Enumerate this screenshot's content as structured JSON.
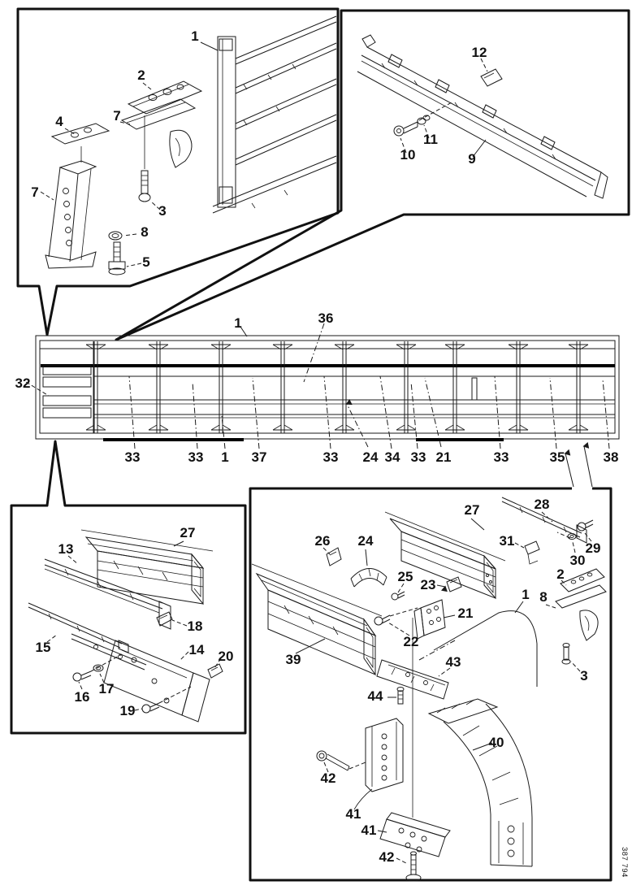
{
  "figure": {
    "type": "exploded-parts-diagram",
    "drawing_number": "387 794"
  },
  "callouts": {
    "box1": [
      "1",
      "2",
      "7",
      "4",
      "7",
      "3",
      "8",
      "5"
    ],
    "box2": [
      "12",
      "10",
      "11",
      "9"
    ],
    "frame": [
      "1",
      "36",
      "32",
      "33",
      "33",
      "1",
      "37",
      "33",
      "24",
      "34",
      "33",
      "21",
      "33",
      "35",
      "38"
    ],
    "box3": [
      "13",
      "27",
      "15",
      "18",
      "14",
      "20",
      "16",
      "17",
      "19"
    ],
    "box4": [
      "26",
      "24",
      "25",
      "23",
      "27",
      "28",
      "31",
      "29",
      "30",
      "2",
      "8",
      "1",
      "21",
      "22",
      "39",
      "43",
      "3",
      "44",
      "40",
      "42",
      "41",
      "41",
      "42"
    ]
  }
}
